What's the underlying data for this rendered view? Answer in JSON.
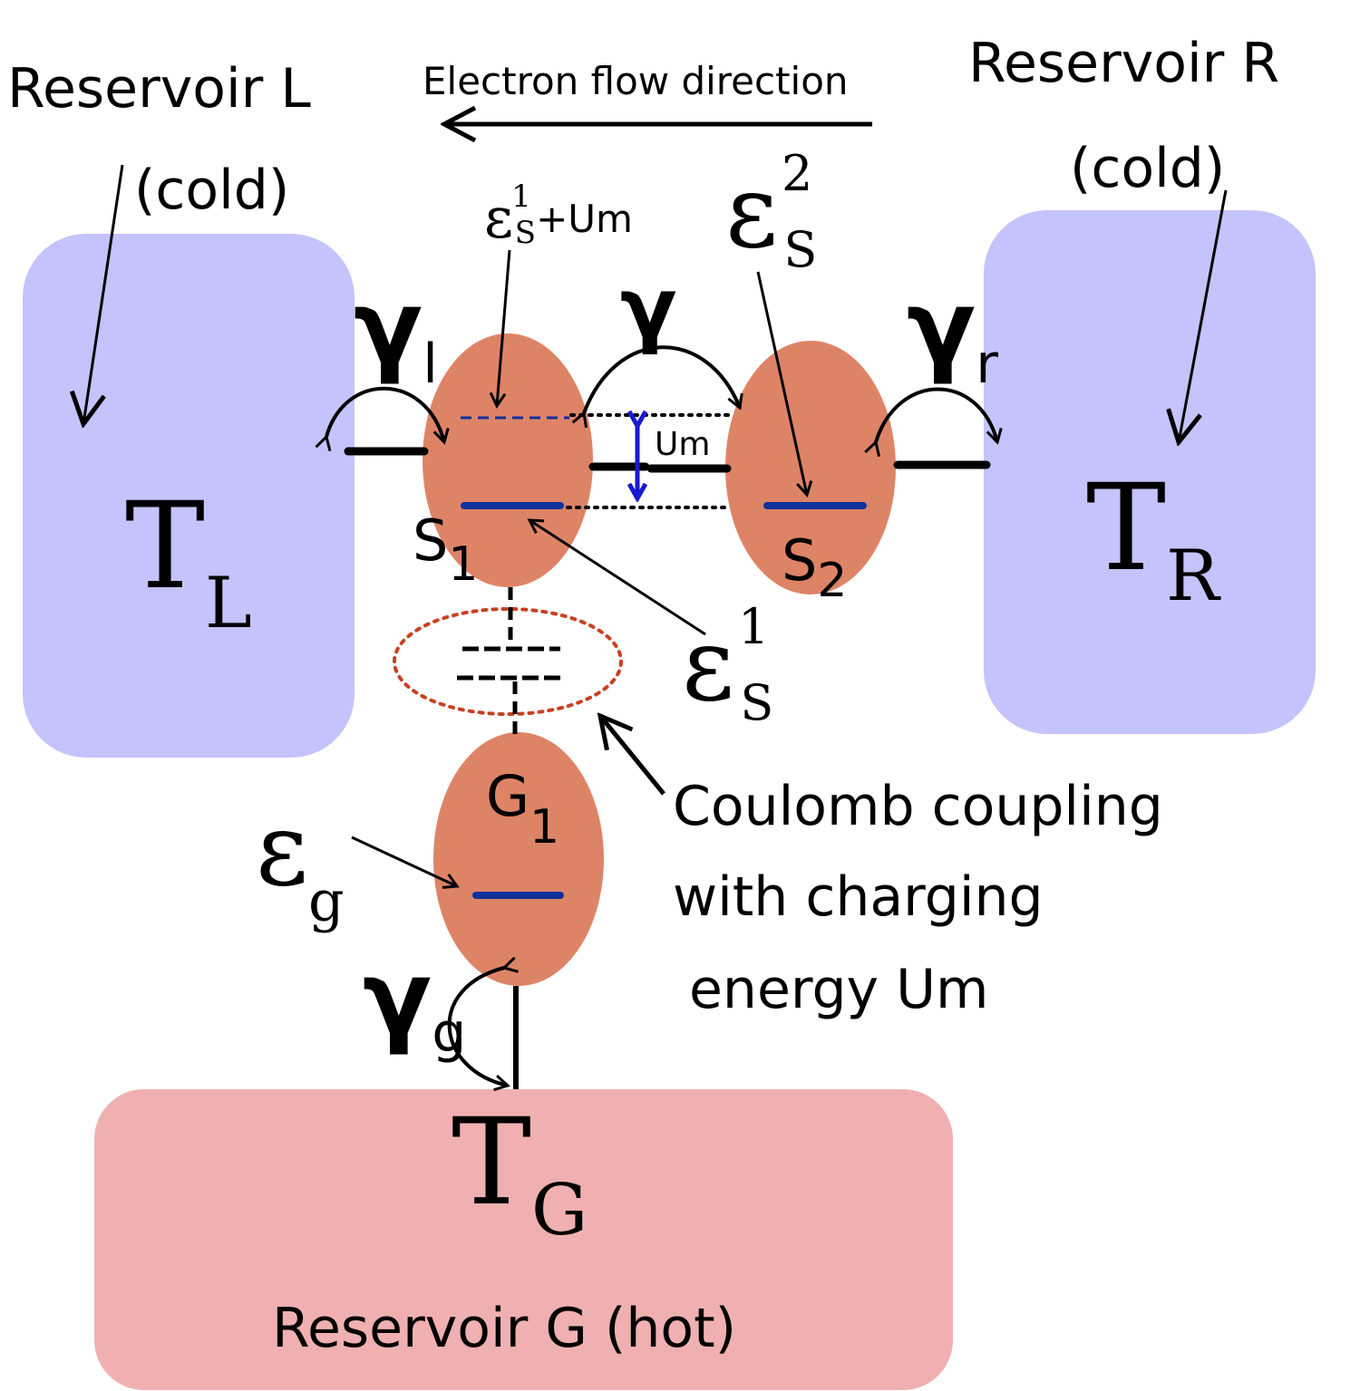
{
  "colors": {
    "cold_reservoir": "#c4c3fb",
    "hot_reservoir": "#f0b0b1",
    "dot": "#de8466",
    "level_blue": "#10329a",
    "um_arrow": "#1a1ad0",
    "coulomb_ellipse": "#c84020"
  },
  "title": {
    "reservoir_l": "Reservoir L",
    "reservoir_r": "Reservoir R",
    "cold_l": "(cold)",
    "cold_r": "(cold)",
    "flow": "Electron flow direction"
  },
  "reservoirs": {
    "l": {
      "sym": "T",
      "sub": "L"
    },
    "r": {
      "sym": "T",
      "sub": "R"
    },
    "g": {
      "sym": "T",
      "sub": "G",
      "label": "Reservoir G (hot)"
    }
  },
  "rates": {
    "l": {
      "sym": "γ",
      "sub": "l"
    },
    "center": {
      "sym": "γ"
    },
    "r": {
      "sym": "γ",
      "sub": "r"
    },
    "g": {
      "sym": "γ",
      "sub": "g"
    }
  },
  "dots": {
    "s1": {
      "sym": "S",
      "sub": "1"
    },
    "s2": {
      "sym": "S",
      "sub": "2"
    },
    "g1": {
      "sym": "G",
      "sub": "1"
    }
  },
  "energies": {
    "es1_um": {
      "sym": "ε",
      "sub": "S",
      "sup": "1",
      "extra": "+Um"
    },
    "es2": {
      "sym": "ε",
      "sub": "S",
      "sup": "2"
    },
    "es1": {
      "sym": "ε",
      "sub": "S",
      "sup": "1"
    },
    "eg": {
      "sym": "ε",
      "sub": "g"
    },
    "um": "Um"
  },
  "coupling": {
    "line1": "Coulomb coupling",
    "line2": "with charging",
    "line3": "energy Um"
  }
}
